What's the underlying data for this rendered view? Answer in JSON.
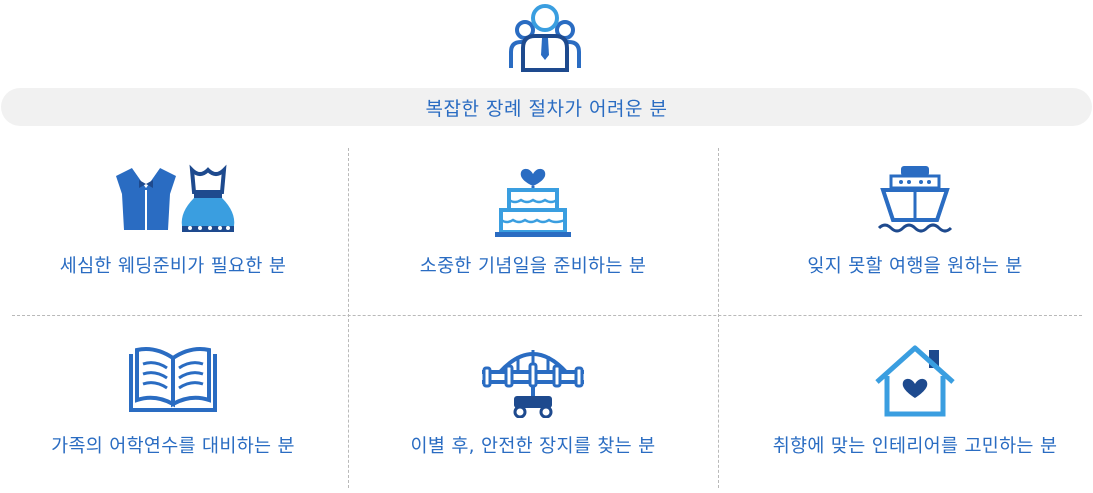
{
  "header": {
    "icon": "person-group-icon",
    "title": "복잡한 장례 절차가 어려운 분"
  },
  "grid": {
    "items": [
      {
        "label": "세심한 웨딩준비가 필요한 분",
        "icon": "tuxedo-dress-icon"
      },
      {
        "label": "소중한 기념일을 준비하는 분",
        "icon": "cake-icon"
      },
      {
        "label": "잊지 못할 여행을 원하는 분",
        "icon": "cruise-ship-icon"
      },
      {
        "label": "가족의 어학연수를 대비하는 분",
        "icon": "open-book-icon"
      },
      {
        "label": "이별 후, 안전한 장지를 찾는 분",
        "icon": "bridge-icon"
      },
      {
        "label": "취향에 맞는 인테리어를 고민하는 분",
        "icon": "house-heart-icon"
      }
    ]
  },
  "colors": {
    "primary": "#2a6cc2",
    "light": "#3a9ee0",
    "dark": "#1e4a8e",
    "banner_bg": "#f1f1f1"
  }
}
